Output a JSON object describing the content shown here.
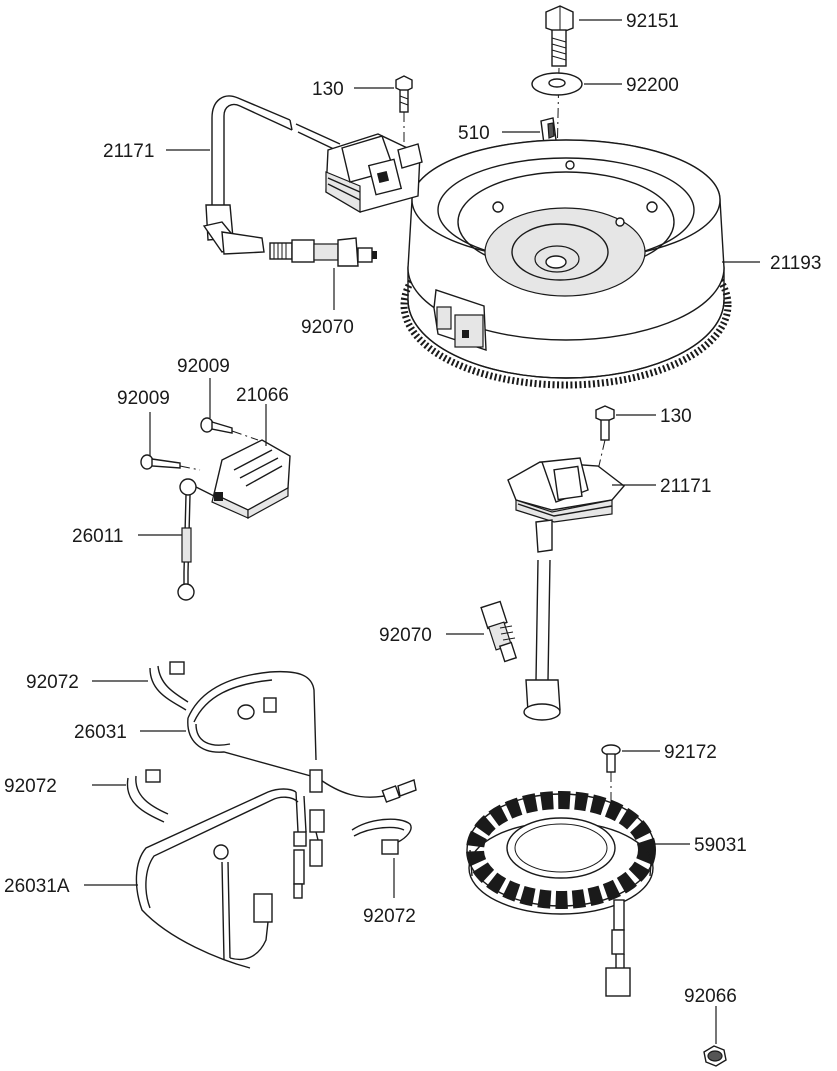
{
  "callouts": {
    "bolt_flywheel": "92151",
    "washer_flywheel": "92200",
    "key_flywheel": "510",
    "flywheel": "21193",
    "screw_coil_upper": "130",
    "coil_upper": "21171",
    "spark_plug_upper": "92070",
    "screw_module_a": "92009",
    "screw_module_b": "92009",
    "module": "21066",
    "lead_wire": "26011",
    "screw_coil_lower": "130",
    "coil_lower": "21171",
    "spark_plug_lower": "92070",
    "clamp_a": "92072",
    "harness": "26031",
    "clamp_b": "92072",
    "harness_a": "26031A",
    "clamp_c": "92072",
    "screw_stator": "92172",
    "stator": "59031",
    "nut": "92066"
  }
}
